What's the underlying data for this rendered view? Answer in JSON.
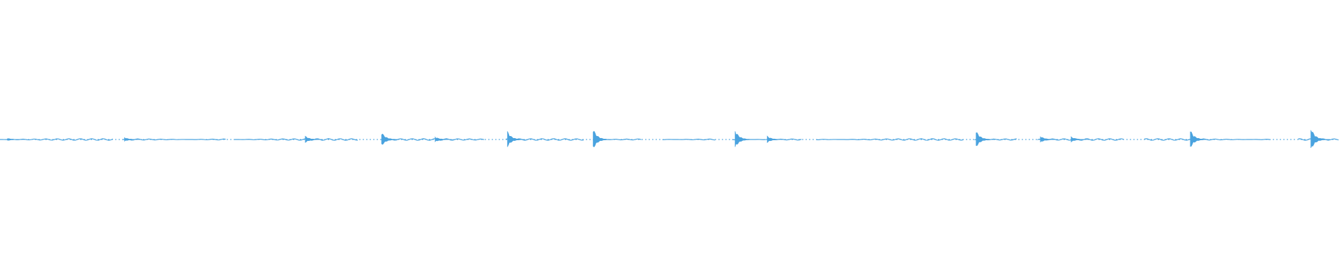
{
  "waveform": {
    "color": "#4aa3df",
    "baseline_style": "dotted-with-solid-segments",
    "peaks": [
      {
        "t": 0.0065,
        "amp": 0.04
      },
      {
        "t": 0.094,
        "amp": 0.06
      },
      {
        "t": 0.229,
        "amp": 0.1
      },
      {
        "t": 0.286,
        "amp": 0.22
      },
      {
        "t": 0.326,
        "amp": 0.08
      },
      {
        "t": 0.38,
        "amp": 0.24
      },
      {
        "t": 0.444,
        "amp": 0.32
      },
      {
        "t": 0.55,
        "amp": 0.28
      },
      {
        "t": 0.574,
        "amp": 0.1
      },
      {
        "t": 0.73,
        "amp": 0.26
      },
      {
        "t": 0.778,
        "amp": 0.1
      },
      {
        "t": 0.801,
        "amp": 0.08
      },
      {
        "t": 0.89,
        "amp": 0.28
      },
      {
        "t": 0.98,
        "amp": 0.36
      }
    ],
    "solid_segments": [
      [
        0.0,
        0.085
      ],
      [
        0.092,
        0.17
      ],
      [
        0.175,
        0.268
      ],
      [
        0.285,
        0.363
      ],
      [
        0.378,
        0.436
      ],
      [
        0.443,
        0.48
      ],
      [
        0.495,
        0.535
      ],
      [
        0.547,
        0.6
      ],
      [
        0.61,
        0.72
      ],
      [
        0.728,
        0.76
      ],
      [
        0.775,
        0.84
      ],
      [
        0.855,
        0.95
      ],
      [
        0.97,
        1.0
      ]
    ]
  }
}
